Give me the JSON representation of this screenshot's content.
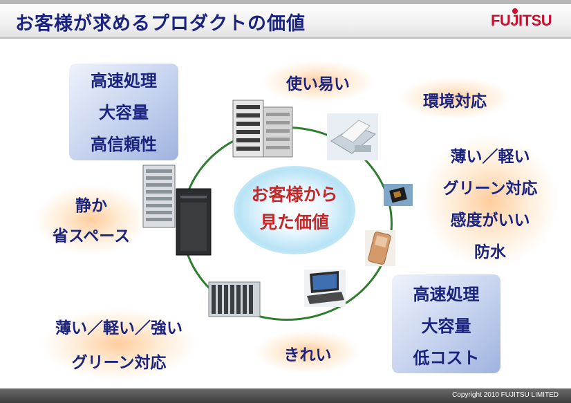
{
  "slide": {
    "title": "お客様が求めるプロダクトの価値",
    "logo": "FUJITSU",
    "copyright": "Copyright 2010 FUJITSU LIMITED"
  },
  "center": {
    "line1": "お客様から",
    "line2": "見た価値"
  },
  "values": {
    "top_left_box": [
      "高速処理",
      "大容量",
      "高信頼性"
    ],
    "usability": "使い易い",
    "environment": "環境対応",
    "right_list": [
      "薄い／軽い",
      "グリーン対応",
      "感度がいい",
      "防水"
    ],
    "left_list": [
      "静か",
      "省スペース"
    ],
    "bottom_right_box": [
      "高速処理",
      "大容量",
      "低コスト"
    ],
    "bottom_left_list": [
      "薄い／軽い／強い",
      "グリーン対応"
    ],
    "beautiful": "きれい"
  },
  "colors": {
    "title_text": "#1a237e",
    "logo": "#c8102e",
    "center_text": "#c62828",
    "circle": "#2e7d2e",
    "value_text": "#1a237e"
  }
}
